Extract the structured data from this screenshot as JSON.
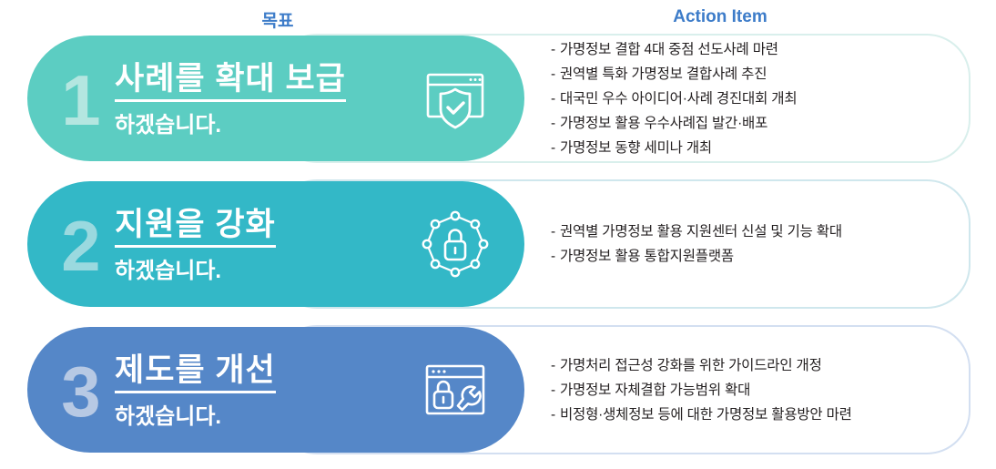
{
  "headers": {
    "goal": "목표",
    "action": "Action Item",
    "color": "#3d7cc9"
  },
  "rows": [
    {
      "number": "1",
      "title": "사례를 확대 보급",
      "subtitle": "하겠습니다.",
      "icon": "browser-shield-check-icon",
      "pill_color": "#5ccdc2",
      "number_color": "#b4e6e0",
      "card_border_color": "#d9efec",
      "items": [
        "가명정보 결합 4대 중점 선도사례  마련",
        "권역별 특화 가명정보 결합사례 추진",
        "대국민 우수 아이디어·사례 경진대회 개최",
        "가명정보 활용 우수사례집 발간·배포",
        "가명정보 동향 세미나 개최"
      ]
    },
    {
      "number": "2",
      "title": "지원을 강화",
      "subtitle": "하겠습니다.",
      "icon": "network-lock-icon",
      "pill_color": "#33b8c7",
      "number_color": "#9ad9df",
      "card_border_color": "#cfe7ed",
      "items": [
        "권역별 가명정보 활용 지원센터 신설 및 기능 확대",
        "가명정보 활용 통합지원플랫폼"
      ]
    },
    {
      "number": "3",
      "title": "제도를 개선",
      "subtitle": "하겠습니다.",
      "icon": "browser-lock-wrench-icon",
      "pill_color": "#5587c8",
      "number_color": "#b7c9e4",
      "card_border_color": "#d3dff1",
      "items": [
        "가명처리 접근성 강화를 위한 가이드라인 개정",
        "가명정보 자체결합 가능범위 확대",
        "비정형·생체정보 등에 대한 가명정보 활용방안 마련"
      ]
    }
  ],
  "bullet_dash": "-"
}
